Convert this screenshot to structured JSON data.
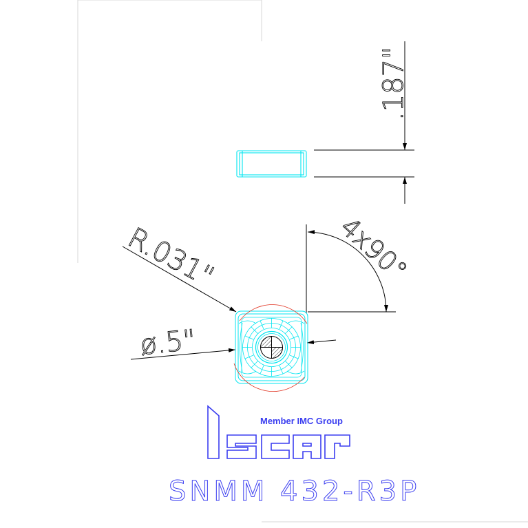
{
  "dimensions": {
    "thickness_label": ".187\"",
    "angle_label": "4x90°",
    "radius_label": "R.031\"",
    "diameter_label": "ø.5\""
  },
  "logo": {
    "tagline": "Member IMC Group",
    "wordmark": "iscar",
    "color": "#3a3df0"
  },
  "part": {
    "designation": "SNMM 432-R3P",
    "color": "#3a3df0"
  },
  "colors": {
    "insert_outline": "#00e5f0",
    "dimension_lines": "#000000",
    "section_marker": "#e0301e"
  }
}
